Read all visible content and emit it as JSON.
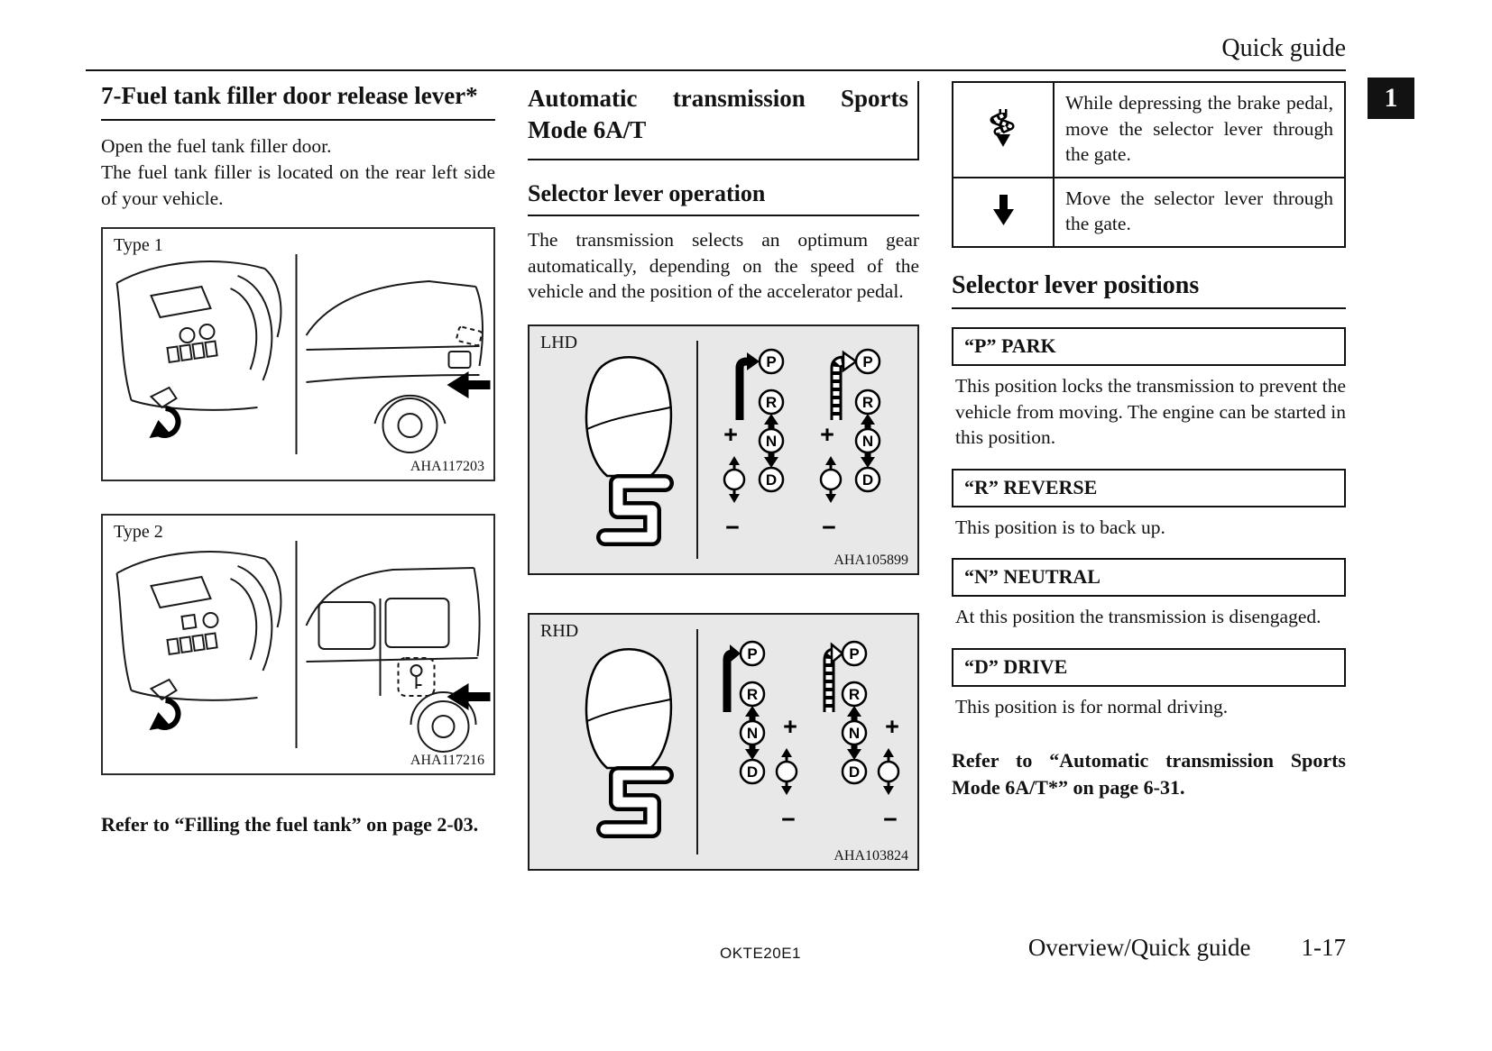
{
  "colors": {
    "ink": "#121212",
    "figure_bg": "#e8e8e8",
    "tab_bg": "#121212"
  },
  "header": {
    "title": "Quick guide",
    "tab": "1"
  },
  "left": {
    "heading": "7-Fuel tank filler door release lever*",
    "paragraphs": [
      "Open the fuel tank filler door.",
      "The fuel tank filler is located on the rear left side of your vehicle."
    ],
    "figures": [
      {
        "label": "Type 1",
        "code": "AHA117203"
      },
      {
        "label": "Type 2",
        "code": "AHA117216"
      }
    ],
    "refer": "Refer to “Filling the fuel tank” on page 2-03."
  },
  "middle": {
    "heading": "Automatic transmission Sports Mode 6A/T",
    "subheading": "Selector lever operation",
    "paragraph": "The transmission selects an optimum gear automatically, depending on the speed of the vehicle and the position of the accelerator pedal.",
    "figures": [
      {
        "label": "LHD",
        "code": "AHA105899"
      },
      {
        "label": "RHD",
        "code": "AHA103824"
      }
    ],
    "gate": {
      "p": "P",
      "r": "R",
      "n": "N",
      "d": "D",
      "plus": "+",
      "minus": "−"
    }
  },
  "right": {
    "table": [
      {
        "icon": "zigzag-down-arrow-icon",
        "text": "While depressing the brake pedal, move the selector lever through the gate."
      },
      {
        "icon": "down-arrow-icon",
        "text": "Move the selector lever through the gate."
      }
    ],
    "heading": "Selector lever positions",
    "positions": [
      {
        "title": "“P” PARK",
        "text": "This position locks the transmission to prevent the vehicle from moving. The engine can be started in this position."
      },
      {
        "title": "“R” REVERSE",
        "text": "This position is to back up."
      },
      {
        "title": "“N” NEUTRAL",
        "text": "At this position the transmission is disengaged."
      },
      {
        "title": "“D” DRIVE",
        "text": "This position is for normal driving."
      }
    ],
    "refer": "Refer to “Automatic transmission Sports Mode 6A/T*” on page 6-31."
  },
  "footer": {
    "code": "OKTE20E1",
    "title": "Overview/Quick guide",
    "page": "1-17"
  }
}
